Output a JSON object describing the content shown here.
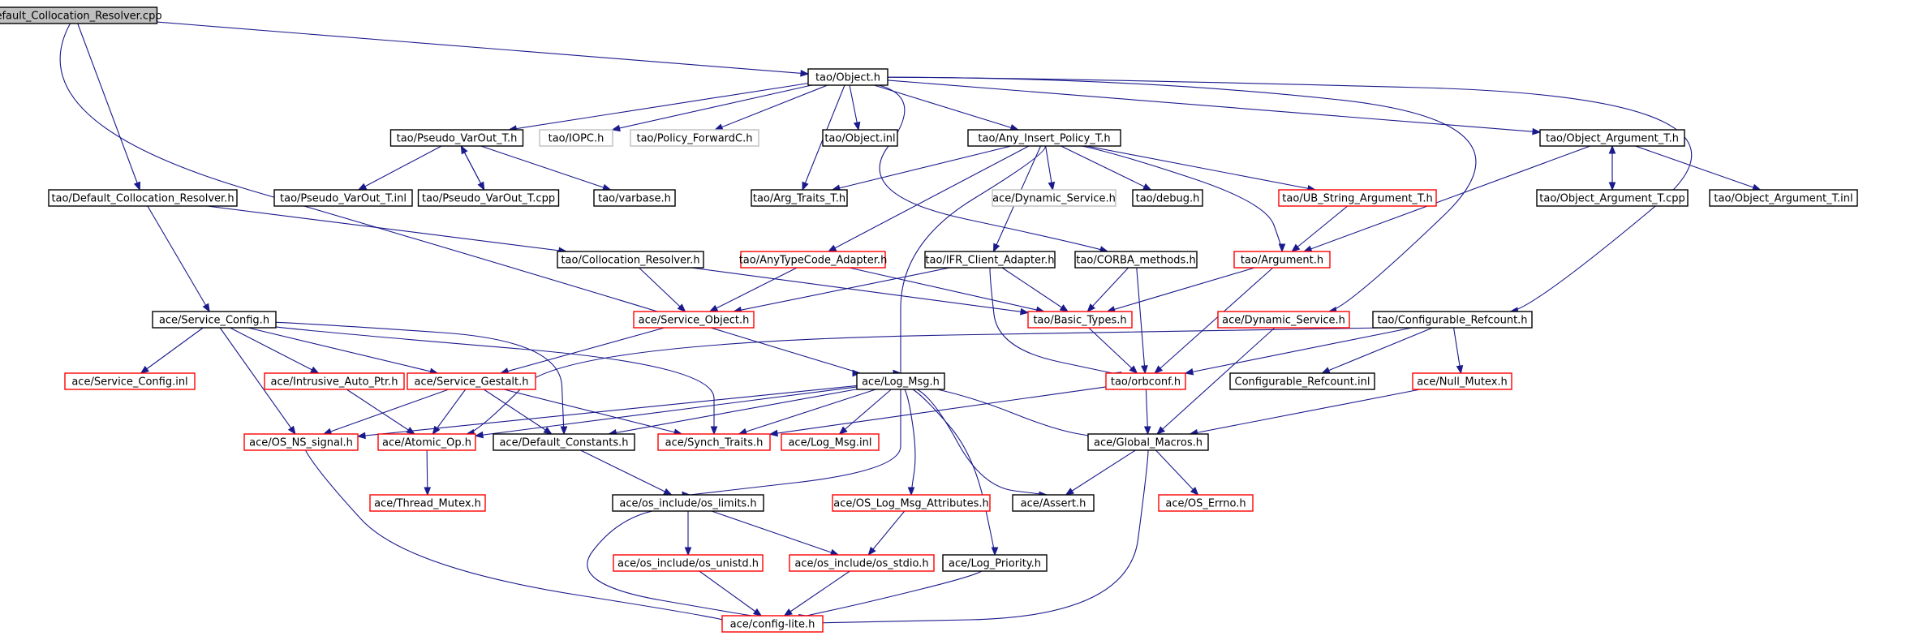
{
  "colors": {
    "edge": "#1a1a8c",
    "normal_border": "#000000",
    "truncated_border": "#ff0000",
    "unexpanded_border": "#bfbfbf",
    "root_fill": "#bfbfbf",
    "fill": "#ffffff"
  },
  "nodes": [
    {
      "id": "root",
      "label": "Default_Collocation_Resolver.cpp",
      "kind": "root"
    },
    {
      "id": "object_h",
      "label": "tao/Object.h",
      "kind": "normal"
    },
    {
      "id": "pseudo_varout_h",
      "label": "tao/Pseudo_VarOut_T.h",
      "kind": "normal"
    },
    {
      "id": "iopc_h",
      "label": "tao/IOPC.h",
      "kind": "unexpanded"
    },
    {
      "id": "policy_forwardc_h",
      "label": "tao/Policy_ForwardC.h",
      "kind": "unexpanded"
    },
    {
      "id": "object_inl",
      "label": "tao/Object.inl",
      "kind": "normal"
    },
    {
      "id": "any_insert_policy_h",
      "label": "tao/Any_Insert_Policy_T.h",
      "kind": "normal"
    },
    {
      "id": "object_argument_h",
      "label": "tao/Object_Argument_T.h",
      "kind": "normal"
    },
    {
      "id": "default_collocation_resolver_h",
      "label": "tao/Default_Collocation_Resolver.h",
      "kind": "normal"
    },
    {
      "id": "pseudo_varout_inl",
      "label": "tao/Pseudo_VarOut_T.inl",
      "kind": "normal"
    },
    {
      "id": "pseudo_varout_cpp",
      "label": "tao/Pseudo_VarOut_T.cpp",
      "kind": "normal"
    },
    {
      "id": "varbase_h",
      "label": "tao/varbase.h",
      "kind": "normal"
    },
    {
      "id": "arg_traits_h",
      "label": "tao/Arg_Traits_T.h",
      "kind": "normal"
    },
    {
      "id": "dynamic_service_tao",
      "label": "ace/Dynamic_Service.h",
      "kind": "unexpanded"
    },
    {
      "id": "debug_h",
      "label": "tao/debug.h",
      "kind": "normal"
    },
    {
      "id": "ub_string_argument_h",
      "label": "tao/UB_String_Argument_T.h",
      "kind": "truncated"
    },
    {
      "id": "object_argument_cpp",
      "label": "tao/Object_Argument_T.cpp",
      "kind": "normal"
    },
    {
      "id": "object_argument_inl",
      "label": "tao/Object_Argument_T.inl",
      "kind": "normal"
    },
    {
      "id": "collocation_resolver_h",
      "label": "tao/Collocation_Resolver.h",
      "kind": "normal"
    },
    {
      "id": "anytypecode_adapter_h",
      "label": "tao/AnyTypeCode_Adapter.h",
      "kind": "truncated"
    },
    {
      "id": "ifr_client_adapter_h",
      "label": "tao/IFR_Client_Adapter.h",
      "kind": "normal"
    },
    {
      "id": "corba_methods_h",
      "label": "tao/CORBA_methods.h",
      "kind": "normal"
    },
    {
      "id": "argument_h",
      "label": "tao/Argument.h",
      "kind": "truncated"
    },
    {
      "id": "service_config_h",
      "label": "ace/Service_Config.h",
      "kind": "normal"
    },
    {
      "id": "service_object_h",
      "label": "ace/Service_Object.h",
      "kind": "truncated"
    },
    {
      "id": "basic_types_h",
      "label": "tao/Basic_Types.h",
      "kind": "truncated"
    },
    {
      "id": "dynamic_service_ace",
      "label": "ace/Dynamic_Service.h",
      "kind": "truncated"
    },
    {
      "id": "configurable_refcount_h",
      "label": "tao/Configurable_Refcount.h",
      "kind": "normal"
    },
    {
      "id": "service_config_inl",
      "label": "ace/Service_Config.inl",
      "kind": "truncated"
    },
    {
      "id": "intrusive_auto_ptr_h",
      "label": "ace/Intrusive_Auto_Ptr.h",
      "kind": "truncated"
    },
    {
      "id": "service_gestalt_h",
      "label": "ace/Service_Gestalt.h",
      "kind": "truncated"
    },
    {
      "id": "log_msg_h",
      "label": "ace/Log_Msg.h",
      "kind": "normal"
    },
    {
      "id": "orbconf_h",
      "label": "tao/orbconf.h",
      "kind": "truncated"
    },
    {
      "id": "configurable_refcount_inl",
      "label": "Configurable_Refcount.inl",
      "kind": "normal"
    },
    {
      "id": "null_mutex_h",
      "label": "ace/Null_Mutex.h",
      "kind": "truncated"
    },
    {
      "id": "os_ns_signal_h",
      "label": "ace/OS_NS_signal.h",
      "kind": "truncated"
    },
    {
      "id": "atomic_op_h",
      "label": "ace/Atomic_Op.h",
      "kind": "truncated"
    },
    {
      "id": "default_constants_h",
      "label": "ace/Default_Constants.h",
      "kind": "normal"
    },
    {
      "id": "synch_traits_h",
      "label": "ace/Synch_Traits.h",
      "kind": "truncated"
    },
    {
      "id": "log_msg_inl",
      "label": "ace/Log_Msg.inl",
      "kind": "truncated"
    },
    {
      "id": "global_macros_h",
      "label": "ace/Global_Macros.h",
      "kind": "normal"
    },
    {
      "id": "thread_mutex_h",
      "label": "ace/Thread_Mutex.h",
      "kind": "truncated"
    },
    {
      "id": "os_limits_h",
      "label": "ace/os_include/os_limits.h",
      "kind": "normal"
    },
    {
      "id": "os_log_msg_attributes_h",
      "label": "ace/OS_Log_Msg_Attributes.h",
      "kind": "truncated"
    },
    {
      "id": "assert_h",
      "label": "ace/Assert.h",
      "kind": "normal"
    },
    {
      "id": "os_errno_h",
      "label": "ace/OS_Errno.h",
      "kind": "truncated"
    },
    {
      "id": "os_unistd_h",
      "label": "ace/os_include/os_unistd.h",
      "kind": "truncated"
    },
    {
      "id": "os_stdio_h",
      "label": "ace/os_include/os_stdio.h",
      "kind": "truncated"
    },
    {
      "id": "log_priority_h",
      "label": "ace/Log_Priority.h",
      "kind": "normal"
    },
    {
      "id": "config_lite_h",
      "label": "ace/config-lite.h",
      "kind": "truncated"
    }
  ],
  "edges": [
    [
      "root",
      "object_h"
    ],
    [
      "root",
      "default_collocation_resolver_h"
    ],
    [
      "root",
      "log_msg_h"
    ],
    [
      "object_h",
      "pseudo_varout_h"
    ],
    [
      "object_h",
      "iopc_h"
    ],
    [
      "object_h",
      "policy_forwardc_h"
    ],
    [
      "object_h",
      "object_inl"
    ],
    [
      "object_h",
      "any_insert_policy_h"
    ],
    [
      "object_h",
      "object_argument_h"
    ],
    [
      "object_h",
      "arg_traits_h"
    ],
    [
      "object_h",
      "corba_methods_h"
    ],
    [
      "object_h",
      "configurable_refcount_h"
    ],
    [
      "object_h",
      "dynamic_service_ace"
    ],
    [
      "pseudo_varout_h",
      "pseudo_varout_inl"
    ],
    [
      "pseudo_varout_h",
      "pseudo_varout_cpp"
    ],
    [
      "pseudo_varout_h",
      "varbase_h"
    ],
    [
      "pseudo_varout_cpp",
      "pseudo_varout_h"
    ],
    [
      "any_insert_policy_h",
      "arg_traits_h"
    ],
    [
      "any_insert_policy_h",
      "dynamic_service_tao"
    ],
    [
      "any_insert_policy_h",
      "debug_h"
    ],
    [
      "any_insert_policy_h",
      "ub_string_argument_h"
    ],
    [
      "any_insert_policy_h",
      "anytypecode_adapter_h"
    ],
    [
      "any_insert_policy_h",
      "ifr_client_adapter_h"
    ],
    [
      "any_insert_policy_h",
      "argument_h"
    ],
    [
      "any_insert_policy_h",
      "log_msg_h"
    ],
    [
      "object_argument_h",
      "object_argument_cpp"
    ],
    [
      "object_argument_h",
      "object_argument_inl"
    ],
    [
      "object_argument_h",
      "argument_h"
    ],
    [
      "object_argument_cpp",
      "object_argument_h"
    ],
    [
      "ub_string_argument_h",
      "argument_h"
    ],
    [
      "default_collocation_resolver_h",
      "collocation_resolver_h"
    ],
    [
      "default_collocation_resolver_h",
      "service_config_h"
    ],
    [
      "collocation_resolver_h",
      "service_object_h"
    ],
    [
      "collocation_resolver_h",
      "basic_types_h"
    ],
    [
      "anytypecode_adapter_h",
      "service_object_h"
    ],
    [
      "anytypecode_adapter_h",
      "basic_types_h"
    ],
    [
      "ifr_client_adapter_h",
      "service_object_h"
    ],
    [
      "ifr_client_adapter_h",
      "basic_types_h"
    ],
    [
      "ifr_client_adapter_h",
      "orbconf_h"
    ],
    [
      "corba_methods_h",
      "basic_types_h"
    ],
    [
      "corba_methods_h",
      "orbconf_h"
    ],
    [
      "argument_h",
      "basic_types_h"
    ],
    [
      "argument_h",
      "orbconf_h"
    ],
    [
      "basic_types_h",
      "orbconf_h"
    ],
    [
      "dynamic_service_ace",
      "global_macros_h"
    ],
    [
      "service_object_h",
      "service_gestalt_h"
    ],
    [
      "service_config_h",
      "service_config_inl"
    ],
    [
      "service_config_h",
      "intrusive_auto_ptr_h"
    ],
    [
      "service_config_h",
      "service_gestalt_h"
    ],
    [
      "service_config_h",
      "os_ns_signal_h"
    ],
    [
      "service_config_h",
      "default_constants_h"
    ],
    [
      "service_config_h",
      "synch_traits_h"
    ],
    [
      "intrusive_auto_ptr_h",
      "atomic_op_h"
    ],
    [
      "service_gestalt_h",
      "os_ns_signal_h"
    ],
    [
      "service_gestalt_h",
      "atomic_op_h"
    ],
    [
      "service_gestalt_h",
      "default_constants_h"
    ],
    [
      "service_gestalt_h",
      "synch_traits_h"
    ],
    [
      "configurable_refcount_h",
      "atomic_op_h"
    ],
    [
      "configurable_refcount_h",
      "orbconf_h"
    ],
    [
      "configurable_refcount_h",
      "configurable_refcount_inl"
    ],
    [
      "configurable_refcount_h",
      "null_mutex_h"
    ],
    [
      "null_mutex_h",
      "global_macros_h"
    ],
    [
      "log_msg_h",
      "os_ns_signal_h"
    ],
    [
      "log_msg_h",
      "atomic_op_h"
    ],
    [
      "log_msg_h",
      "default_constants_h"
    ],
    [
      "log_msg_h",
      "synch_traits_h"
    ],
    [
      "log_msg_h",
      "log_msg_inl"
    ],
    [
      "log_msg_h",
      "global_macros_h"
    ],
    [
      "log_msg_h",
      "os_limits_h"
    ],
    [
      "log_msg_h",
      "os_log_msg_attributes_h"
    ],
    [
      "log_msg_h",
      "assert_h"
    ],
    [
      "log_msg_h",
      "log_priority_h"
    ],
    [
      "orbconf_h",
      "global_macros_h"
    ],
    [
      "orbconf_h",
      "synch_traits_h"
    ],
    [
      "atomic_op_h",
      "thread_mutex_h"
    ],
    [
      "default_constants_h",
      "os_limits_h"
    ],
    [
      "global_macros_h",
      "assert_h"
    ],
    [
      "global_macros_h",
      "os_errno_h"
    ],
    [
      "global_macros_h",
      "config_lite_h"
    ],
    [
      "os_limits_h",
      "os_unistd_h"
    ],
    [
      "os_limits_h",
      "os_stdio_h"
    ],
    [
      "os_limits_h",
      "config_lite_h"
    ],
    [
      "os_log_msg_attributes_h",
      "os_stdio_h"
    ],
    [
      "os_unistd_h",
      "config_lite_h"
    ],
    [
      "os_stdio_h",
      "config_lite_h"
    ],
    [
      "log_priority_h",
      "config_lite_h"
    ],
    [
      "os_ns_signal_h",
      "config_lite_h"
    ]
  ]
}
